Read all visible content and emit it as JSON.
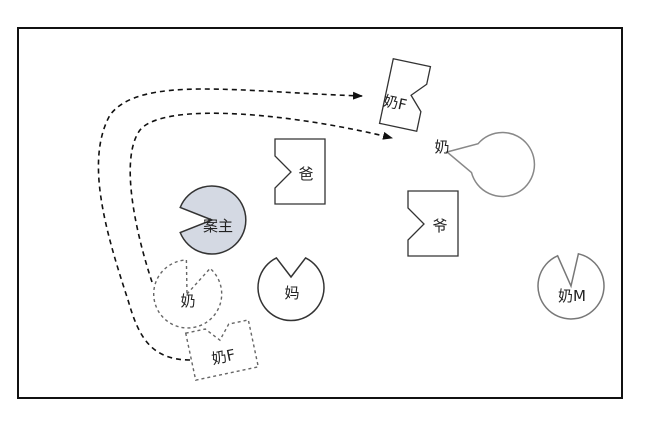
{
  "colors": {
    "frame": "#111111",
    "shape_stroke": "#333333",
    "shape_fill": "#ffffff",
    "solid_stroke_grey": "#888888",
    "proband_fill": "#d4d9e3",
    "arrow": "#111111"
  },
  "nodes": {
    "grandma_f_top": "奶F",
    "grandma_right": "奶",
    "father": "爸",
    "grandpa": "爷",
    "proband": "案主",
    "mother": "妈",
    "grandma_dashed": "奶",
    "grandma_f_dashed": "奶F",
    "grandma_m": "奶M"
  }
}
